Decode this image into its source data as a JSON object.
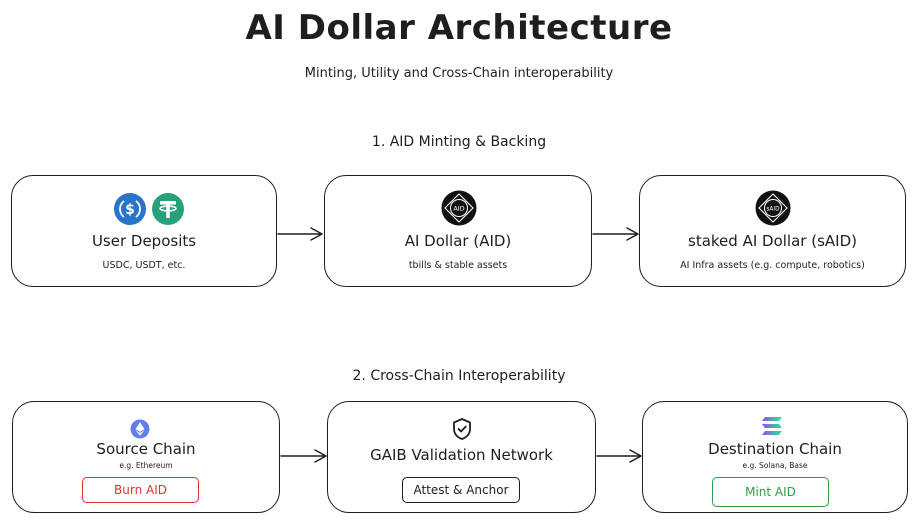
{
  "header": {
    "title": "AI Dollar Architecture",
    "subtitle": "Minting, Utility and Cross-Chain interoperability"
  },
  "sections": {
    "minting": {
      "heading": "1. AID Minting & Backing",
      "nodes": {
        "user_deposits": {
          "title": "User Deposits",
          "sub": "USDC, USDT, etc."
        },
        "ai_dollar": {
          "title": "AI Dollar (AID)",
          "sub": "tbills & stable assets",
          "badge": "AID"
        },
        "staked_ai_dollar": {
          "title": "staked AI Dollar (sAID)",
          "sub": "AI Infra assets (e.g. compute, robotics)",
          "badge": "sAID"
        }
      }
    },
    "interop": {
      "heading": "2. Cross-Chain Interoperability",
      "nodes": {
        "source_chain": {
          "title": "Source Chain",
          "sub": "e.g. Ethereum",
          "action": "Burn AID"
        },
        "validation": {
          "title": "GAIB Validation Network",
          "action": "Attest & Anchor"
        },
        "destination_chain": {
          "title": "Destination Chain",
          "sub": "e.g. Solana, Base",
          "action": "Mint AID"
        }
      }
    }
  },
  "colors": {
    "stroke": "#1e1e1e",
    "usdc": "#2775ca",
    "usdt": "#26a17b",
    "ethereum": "#627eea",
    "burn": "#e03131",
    "mint": "#2f9e44"
  },
  "icons": {
    "usdc": "usdc-icon",
    "usdt": "usdt-icon",
    "aid": "aid-coin-icon",
    "said": "said-coin-icon",
    "ethereum": "ethereum-icon",
    "shield": "shield-check-icon",
    "solana": "solana-icon"
  }
}
